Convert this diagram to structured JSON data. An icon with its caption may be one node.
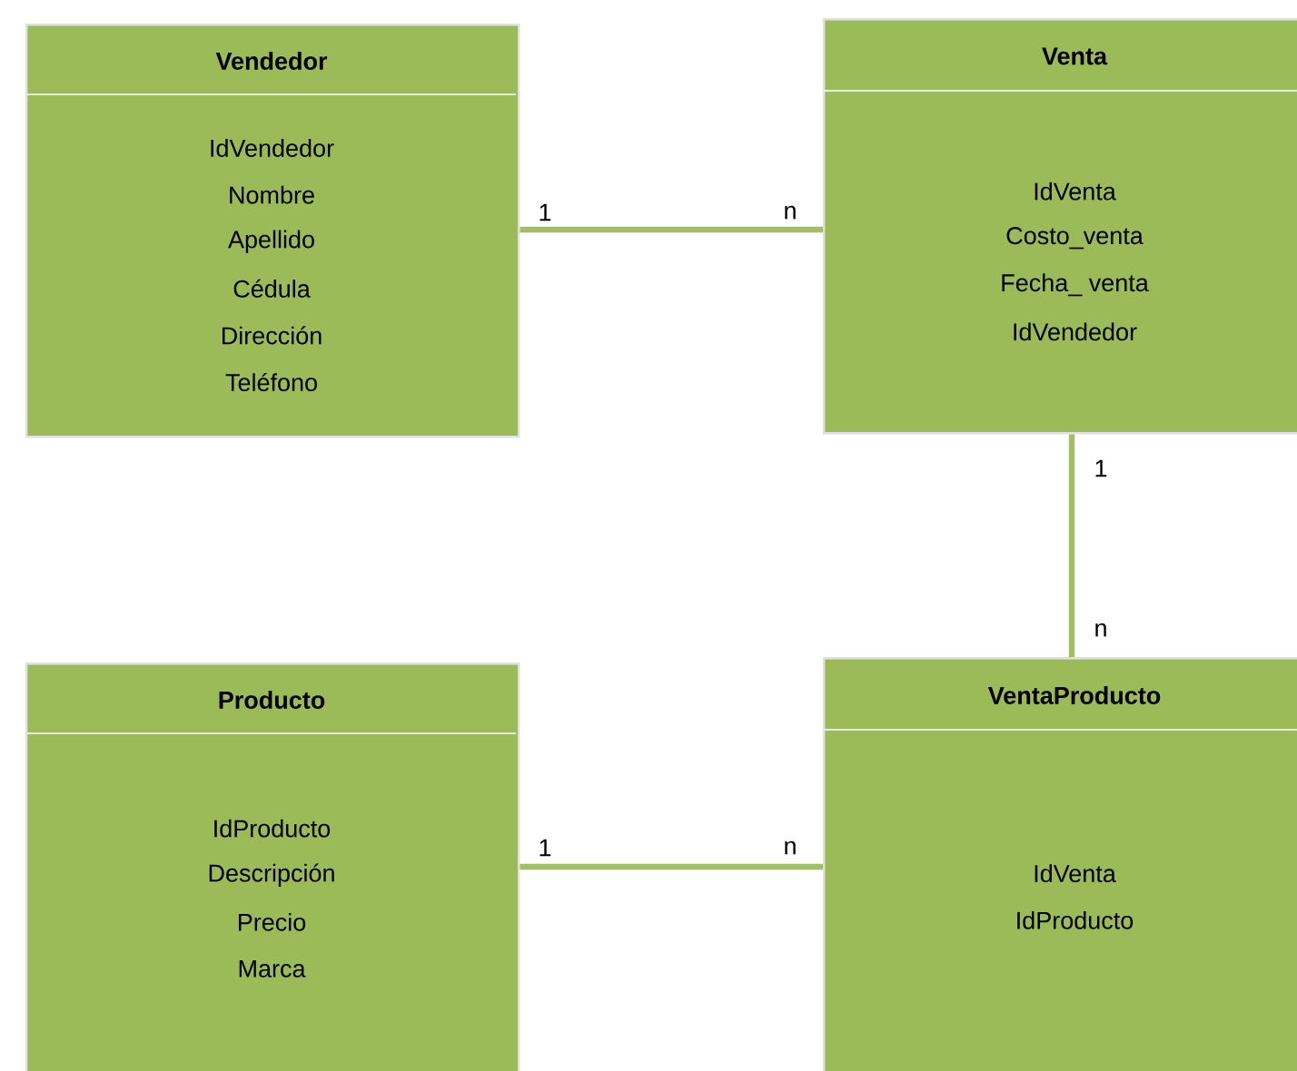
{
  "diagram": {
    "nodes": [
      {
        "text": [
          "Vendedor",
          "IdVendedor",
          "Nombre",
          "Apellido",
          "Cédula",
          "Dirección",
          "Teléfono"
        ]
      },
      {
        "text": [
          "Venta",
          "IdVenta",
          "Costo_venta",
          "Fecha_ venta",
          "IdVendedor"
        ]
      },
      {
        "text": [
          "Producto",
          "IdProducto",
          "Descripción",
          "Precio",
          "Marca"
        ]
      },
      {
        "text": [
          "VentaProducto",
          "IdVenta",
          "IdProducto"
        ]
      }
    ],
    "edges": [
      {
        "from": 0,
        "to": 1,
        "arrow": "none"
      },
      {
        "from": 1,
        "to": 3,
        "arrow": "none"
      },
      {
        "from": 2,
        "to": 3,
        "arrow": "none"
      }
    ],
    "labels": [
      "1",
      "n",
      "1",
      "n",
      "1",
      "n"
    ]
  }
}
